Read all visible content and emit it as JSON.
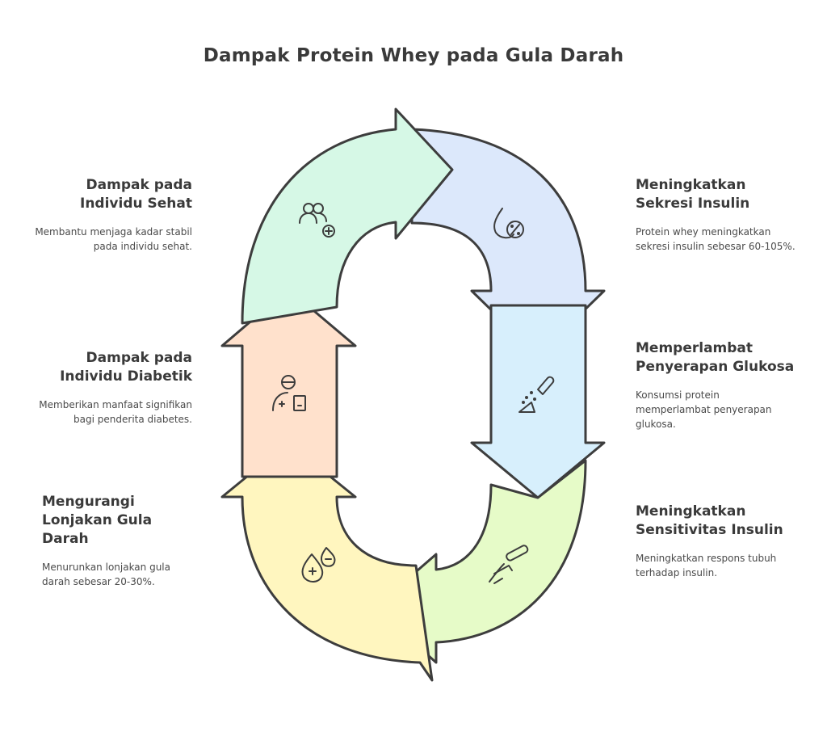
{
  "title": "Dampak Protein Whey pada Gula Darah",
  "segments": [
    {
      "heading": "Meningkatkan Sekresi Insulin",
      "text": "Protein whey meningkatkan sekresi insulin sebesar 60-105%.",
      "color": "#dce8fb",
      "icon": "drop-percent-icon"
    },
    {
      "heading": "Memperlambat Penyerapan Glukosa",
      "text": "Konsumsi protein memperlambat penyerapan glukosa.",
      "color": "#d7effc",
      "icon": "salt-shaker-icon"
    },
    {
      "heading": "Meningkatkan Sensitivitas Insulin",
      "text": "Meningkatkan respons tubuh terhadap insulin.",
      "color": "#e6fbc8",
      "icon": "hand-thermometer-icon"
    },
    {
      "heading": "Mengurangi Lonjakan Gula Darah",
      "text": "Menurunkan lonjakan gula darah sebesar 20-30%.",
      "color": "#fff6bf",
      "icon": "blood-drops-plus-minus-icon"
    },
    {
      "heading": "Dampak pada Individu Diabetik",
      "text": "Memberikan manfaat signifikan bagi penderita diabetes.",
      "color": "#ffe1cc",
      "icon": "patient-device-icon"
    },
    {
      "heading": "Dampak pada Individu Sehat",
      "text": "Membantu menjaga kadar stabil pada individu sehat.",
      "color": "#d6f8e6",
      "icon": "users-plus-icon"
    }
  ]
}
